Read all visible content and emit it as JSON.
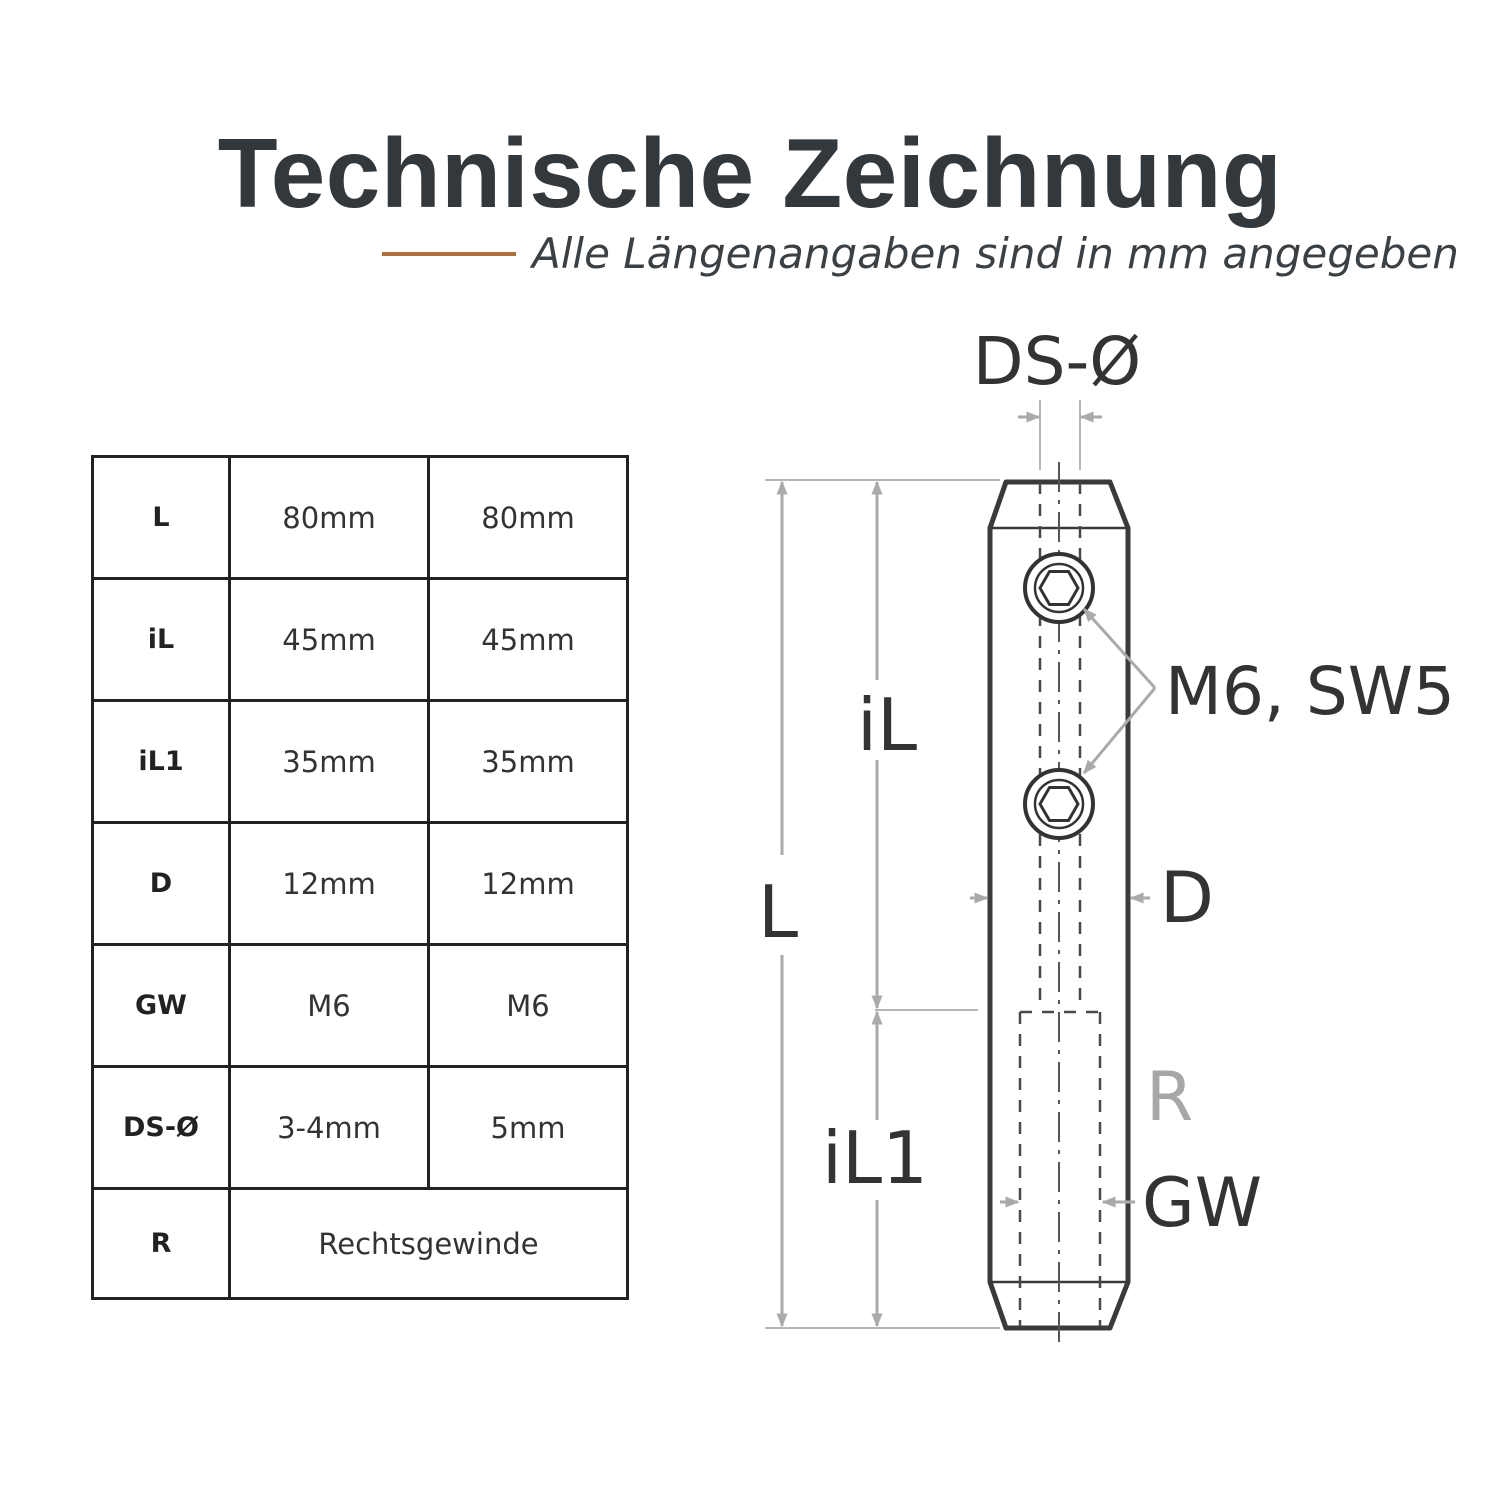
{
  "title": "Technische Zeichnung",
  "subtitle": "Alle Längenangaben sind in mm angegeben",
  "colors": {
    "accent": "#b0703a",
    "dimension": "#aaaaaa",
    "text": "#333333"
  },
  "table": {
    "rows": [
      {
        "key": "L",
        "v1": "80mm",
        "v2": "80mm"
      },
      {
        "key": "iL",
        "v1": "45mm",
        "v2": "45mm"
      },
      {
        "key": "iL1",
        "v1": "35mm",
        "v2": "35mm"
      },
      {
        "key": "D",
        "v1": "12mm",
        "v2": "12mm"
      },
      {
        "key": "GW",
        "v1": "M6",
        "v2": "M6"
      },
      {
        "key": "DS-Ø",
        "v1": "3-4mm",
        "v2": "5mm"
      }
    ],
    "last_row": {
      "key": "R",
      "value": "Rechtsgewinde"
    }
  },
  "drawing": {
    "labels": {
      "ds": "DS-Ø",
      "l": "L",
      "il": "iL",
      "il1": "iL1",
      "screw": "M6, SW5",
      "d": "D",
      "r": "R",
      "gw": "GW"
    }
  }
}
